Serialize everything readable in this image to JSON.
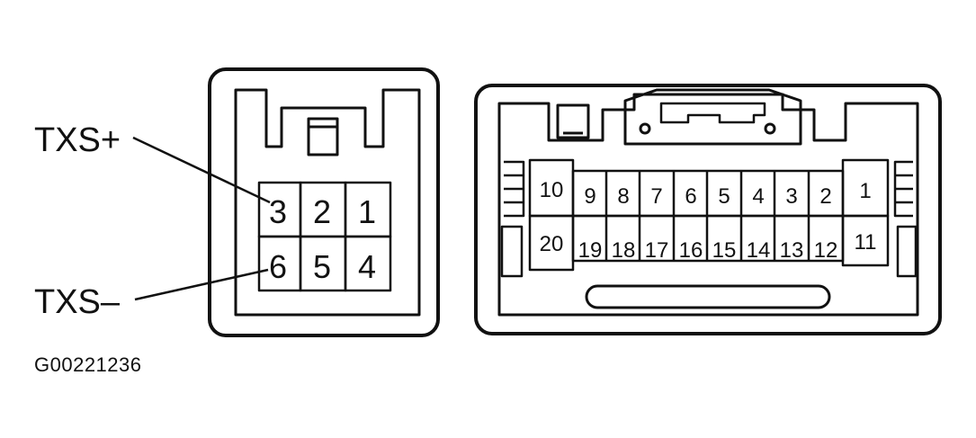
{
  "labels": {
    "txs_plus": "TXS+",
    "txs_minus": "TXS–",
    "figure_code": "G00221236"
  },
  "small_connector": {
    "top_row": [
      "3",
      "2",
      "1"
    ],
    "bottom_row": [
      "6",
      "5",
      "4"
    ]
  },
  "large_connector": {
    "top_row": [
      "10",
      "9",
      "8",
      "7",
      "6",
      "5",
      "4",
      "3",
      "2",
      "1"
    ],
    "bottom_row": [
      "20",
      "19",
      "18",
      "17",
      "16",
      "15",
      "14",
      "13",
      "12",
      "11"
    ]
  },
  "colors": {
    "line": "#111111",
    "background": "#ffffff"
  }
}
